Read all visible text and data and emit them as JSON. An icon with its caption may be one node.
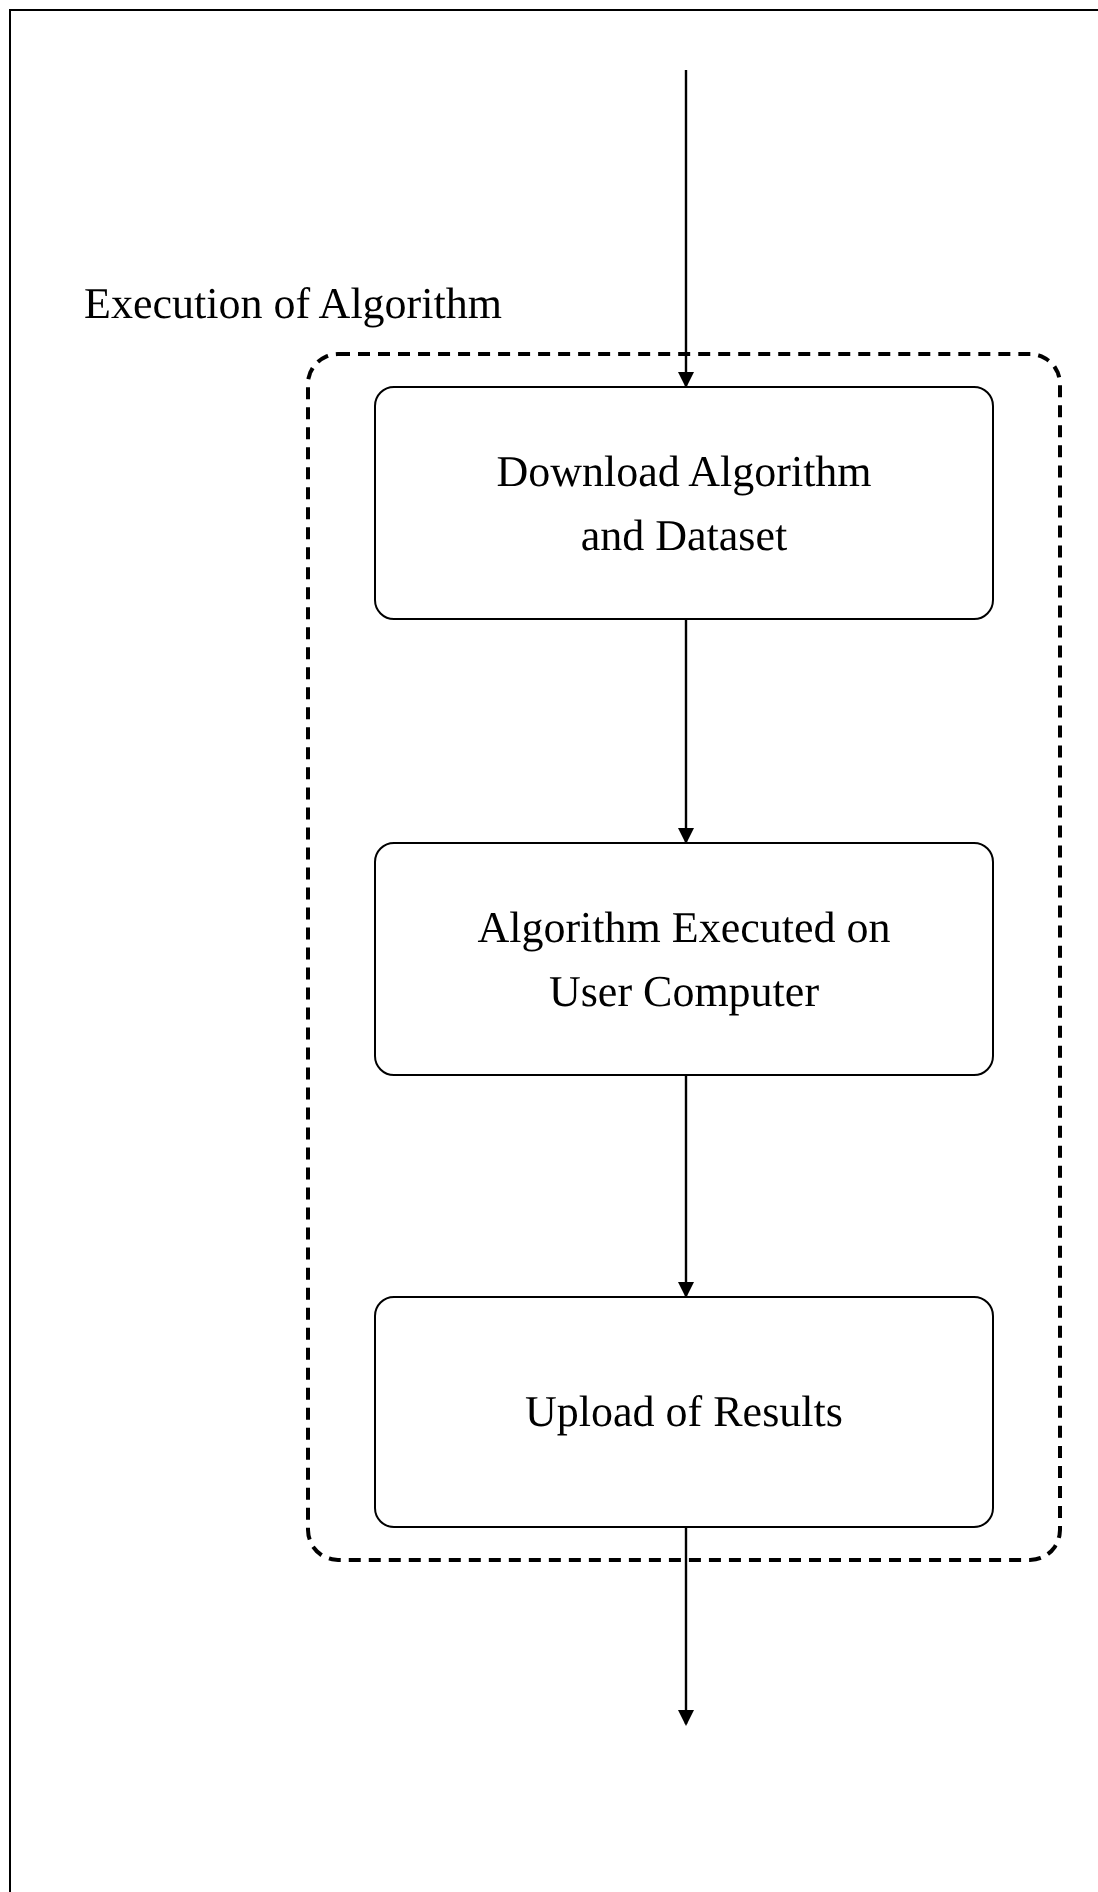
{
  "diagram": {
    "nodes": [
      {
        "text": [
          "Execution of Algorithm"
        ]
      },
      {
        "text": [
          "Download Algorithm and Dataset"
        ],
        "in": 0
      },
      {
        "text": [
          "Algorithm Executed on User Computer"
        ],
        "in": 0
      },
      {
        "text": [
          "Upload of Results"
        ],
        "in": 0
      }
    ],
    "edges": [
      {
        "from": null,
        "to": 1,
        "arrow": "to"
      },
      {
        "from": 1,
        "to": 2,
        "arrow": "to"
      },
      {
        "from": 2,
        "to": 3,
        "arrow": "to"
      },
      {
        "from": 3,
        "to": null,
        "arrow": "to"
      }
    ]
  }
}
